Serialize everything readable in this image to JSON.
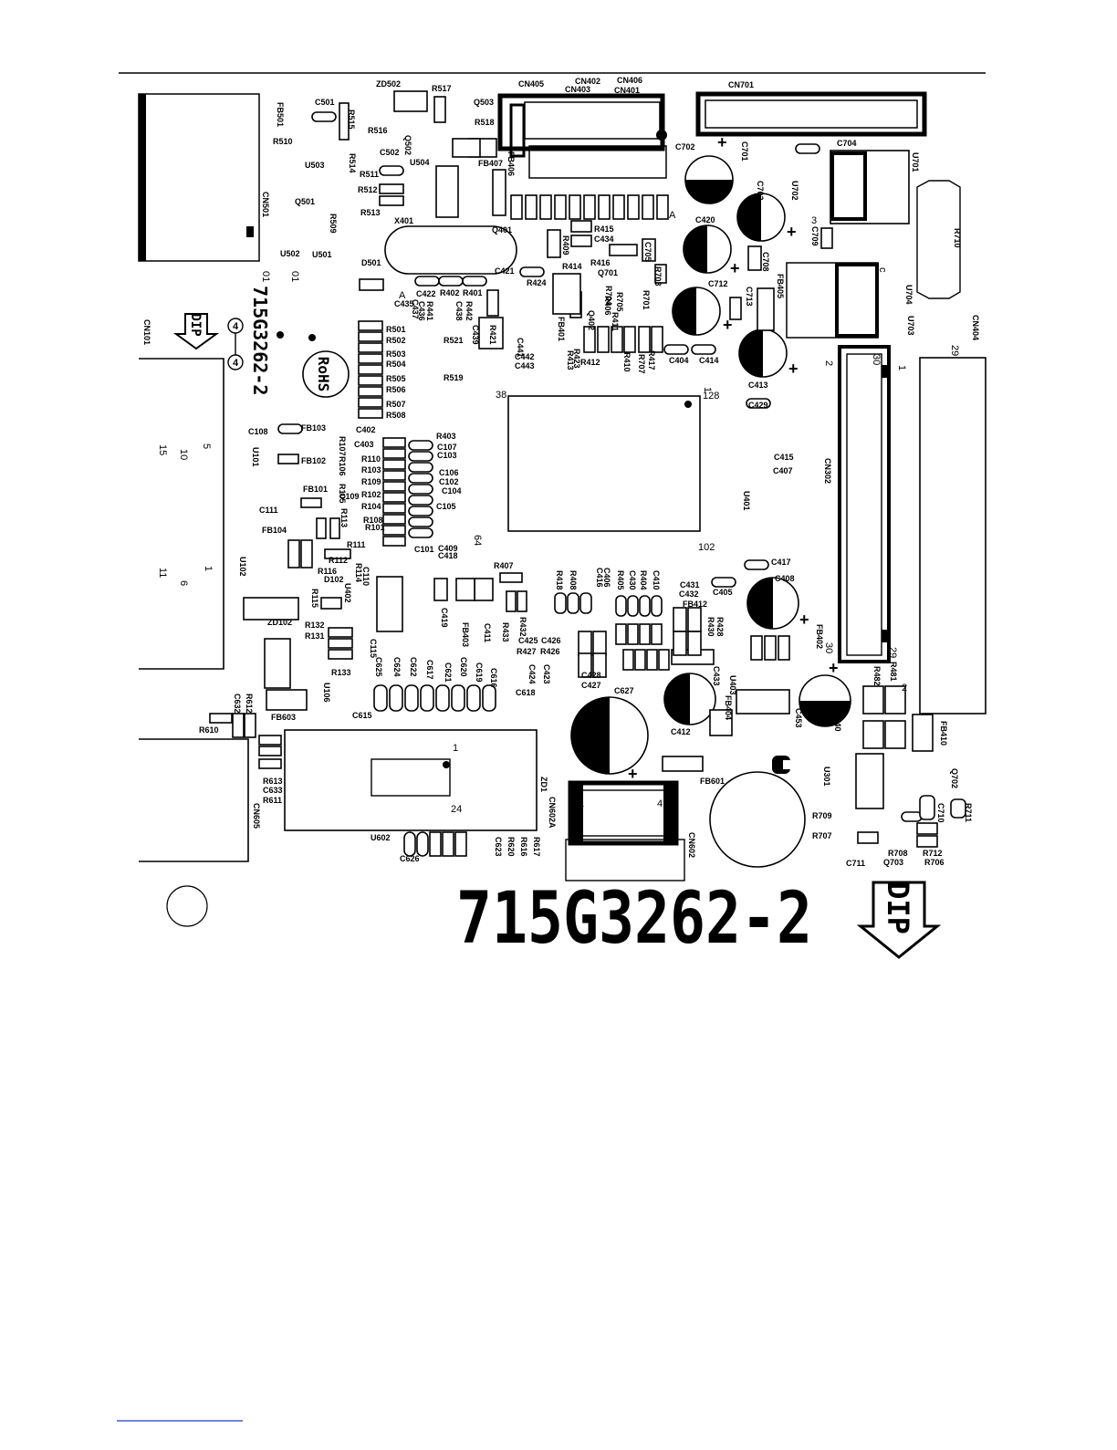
{
  "board": {
    "part_number_large": "715G3262-2",
    "part_number_small": "715G3262-2",
    "rohs_mark": "RoHS",
    "dip_mark": "DIP",
    "dip_mark_small": "DIP",
    "revision_marks": [
      "4",
      "4"
    ]
  },
  "labels": [
    {
      "id": "ZD502",
      "t": "ZD502"
    },
    {
      "id": "R517",
      "t": "R517"
    },
    {
      "id": "Q503",
      "t": "Q503"
    },
    {
      "id": "R518",
      "t": "R518"
    },
    {
      "id": "CN405",
      "t": "CN405"
    },
    {
      "id": "CN402",
      "t": "CN402"
    },
    {
      "id": "CN406",
      "t": "CN406"
    },
    {
      "id": "CN403",
      "t": "CN403"
    },
    {
      "id": "CN401",
      "t": "CN401"
    },
    {
      "id": "CN701",
      "t": "CN701"
    },
    {
      "id": "C501",
      "t": "C501"
    },
    {
      "id": "R515",
      "t": "R515"
    },
    {
      "id": "FB501",
      "t": "FB501"
    },
    {
      "id": "R516",
      "t": "R516"
    },
    {
      "id": "R510",
      "t": "R510"
    },
    {
      "id": "C502",
      "t": "C502"
    },
    {
      "id": "Q502",
      "t": "Q502"
    },
    {
      "id": "U503",
      "t": "U503"
    },
    {
      "id": "R514",
      "t": "R514"
    },
    {
      "id": "U504",
      "t": "U504"
    },
    {
      "id": "FB407",
      "t": "FB407"
    },
    {
      "id": "FB406",
      "t": "FB406"
    },
    {
      "id": "C702",
      "t": "C702"
    },
    {
      "id": "C701",
      "t": "C701"
    },
    {
      "id": "C704",
      "t": "C704"
    },
    {
      "id": "U701",
      "t": "U701"
    },
    {
      "id": "R511",
      "t": "R511"
    },
    {
      "id": "R512",
      "t": "R512"
    },
    {
      "id": "Q501",
      "t": "Q501"
    },
    {
      "id": "R513",
      "t": "R513"
    },
    {
      "id": "R509",
      "t": "R509"
    },
    {
      "id": "CN501",
      "t": "CN501"
    },
    {
      "id": "X401",
      "t": "X401"
    },
    {
      "id": "C703",
      "t": "C703"
    },
    {
      "id": "U702",
      "t": "U702"
    },
    {
      "id": "Q401",
      "t": "Q401"
    },
    {
      "id": "C420",
      "t": "C420"
    },
    {
      "id": "R415",
      "t": "R415"
    },
    {
      "id": "C434",
      "t": "C434"
    },
    {
      "id": "R409",
      "t": "R409"
    },
    {
      "id": "R416",
      "t": "R416"
    },
    {
      "id": "C709",
      "t": "C709"
    },
    {
      "id": "R710",
      "t": "R710"
    },
    {
      "id": "U502",
      "t": "U502"
    },
    {
      "id": "U501",
      "t": "U501"
    },
    {
      "id": "D501",
      "t": "D501"
    },
    {
      "id": "C421",
      "t": "C421"
    },
    {
      "id": "R414",
      "t": "R414"
    },
    {
      "id": "Q701",
      "t": "Q701"
    },
    {
      "id": "C705",
      "t": "C705"
    },
    {
      "id": "R703",
      "t": "R703"
    },
    {
      "id": "C708",
      "t": "C708"
    },
    {
      "id": "FB405",
      "t": "FB405"
    },
    {
      "id": "U704",
      "t": "U704"
    },
    {
      "id": "U703",
      "t": "U703"
    },
    {
      "id": "C422",
      "t": "C422"
    },
    {
      "id": "R402",
      "t": "R402"
    },
    {
      "id": "R401",
      "t": "R401"
    },
    {
      "id": "R424",
      "t": "R424"
    },
    {
      "id": "R704",
      "t": "R704"
    },
    {
      "id": "R701",
      "t": "R701"
    },
    {
      "id": "R705",
      "t": "R705"
    },
    {
      "id": "R406",
      "t": "R406"
    },
    {
      "id": "C712",
      "t": "C712"
    },
    {
      "id": "C713",
      "t": "C713"
    },
    {
      "id": "CN101",
      "t": "CN101"
    },
    {
      "id": "C435",
      "t": "C435"
    },
    {
      "id": "C437",
      "t": "C437"
    },
    {
      "id": "C436",
      "t": "C436"
    },
    {
      "id": "R441",
      "t": "R441"
    },
    {
      "id": "R442",
      "t": "R442"
    },
    {
      "id": "C438",
      "t": "C438"
    },
    {
      "id": "Q402",
      "t": "Q402"
    },
    {
      "id": "R411",
      "t": "R411"
    },
    {
      "id": "FB401",
      "t": "FB401"
    },
    {
      "id": "CN404",
      "t": "CN404"
    },
    {
      "id": "R501",
      "t": "R501"
    },
    {
      "id": "R502",
      "t": "R502"
    },
    {
      "id": "R521",
      "t": "R521"
    },
    {
      "id": "R421",
      "t": "R421"
    },
    {
      "id": "C439",
      "t": "C439"
    },
    {
      "id": "C441",
      "t": "C441"
    },
    {
      "id": "C442",
      "t": "C442"
    },
    {
      "id": "C443",
      "t": "C443"
    },
    {
      "id": "R423",
      "t": "R423"
    },
    {
      "id": "R413",
      "t": "R413"
    },
    {
      "id": "R412",
      "t": "R412"
    },
    {
      "id": "R410",
      "t": "R410"
    },
    {
      "id": "R417",
      "t": "R417"
    },
    {
      "id": "R707",
      "t": "R707"
    },
    {
      "id": "C404",
      "t": "C404"
    },
    {
      "id": "C414",
      "t": "C414"
    },
    {
      "id": "R503",
      "t": "R503"
    },
    {
      "id": "R504",
      "t": "R504"
    },
    {
      "id": "R519",
      "t": "R519"
    },
    {
      "id": "R505",
      "t": "R505"
    },
    {
      "id": "R506",
      "t": "R506"
    },
    {
      "id": "C413",
      "t": "C413"
    },
    {
      "id": "R507",
      "t": "R507"
    },
    {
      "id": "R508",
      "t": "R508"
    },
    {
      "id": "C429",
      "t": "C429"
    },
    {
      "id": "C108",
      "t": "C108"
    },
    {
      "id": "FB103",
      "t": "FB103"
    },
    {
      "id": "R107",
      "t": "R107"
    },
    {
      "id": "C402",
      "t": "C402"
    },
    {
      "id": "R403",
      "t": "R403"
    },
    {
      "id": "C403",
      "t": "C403"
    },
    {
      "id": "C107",
      "t": "C107"
    },
    {
      "id": "C103",
      "t": "C103"
    },
    {
      "id": "U101",
      "t": "U101"
    },
    {
      "id": "FB102",
      "t": "FB102"
    },
    {
      "id": "R110",
      "t": "R110"
    },
    {
      "id": "R103",
      "t": "R103"
    },
    {
      "id": "C106",
      "t": "C106"
    },
    {
      "id": "C102",
      "t": "C102"
    },
    {
      "id": "R106",
      "t": "R106"
    },
    {
      "id": "R109",
      "t": "R109"
    },
    {
      "id": "C104",
      "t": "C104"
    },
    {
      "id": "FB101",
      "t": "FB101"
    },
    {
      "id": "R105",
      "t": "R105"
    },
    {
      "id": "R102",
      "t": "R102"
    },
    {
      "id": "C109",
      "t": "C109"
    },
    {
      "id": "R104",
      "t": "R104"
    },
    {
      "id": "C105",
      "t": "C105"
    },
    {
      "id": "C415",
      "t": "C415"
    },
    {
      "id": "C407",
      "t": "C407"
    },
    {
      "id": "CN302",
      "t": "CN302"
    },
    {
      "id": "U401",
      "t": "U401"
    },
    {
      "id": "C111",
      "t": "C111"
    },
    {
      "id": "R113",
      "t": "R113"
    },
    {
      "id": "R108",
      "t": "R108"
    },
    {
      "id": "FB104",
      "t": "FB104"
    },
    {
      "id": "R101",
      "t": "R101"
    },
    {
      "id": "R111",
      "t": "R111"
    },
    {
      "id": "C101",
      "t": "C101"
    },
    {
      "id": "C409",
      "t": "C409"
    },
    {
      "id": "C418",
      "t": "C418"
    },
    {
      "id": "U102",
      "t": "U102"
    },
    {
      "id": "R112",
      "t": "R112"
    },
    {
      "id": "R114",
      "t": "R114"
    },
    {
      "id": "C110",
      "t": "C110"
    },
    {
      "id": "R116",
      "t": "R116"
    },
    {
      "id": "D102",
      "t": "D102"
    },
    {
      "id": "U402",
      "t": "U402"
    },
    {
      "id": "R115",
      "t": "R115"
    },
    {
      "id": "R407",
      "t": "R407"
    },
    {
      "id": "R418",
      "t": "R418"
    },
    {
      "id": "R408",
      "t": "R408"
    },
    {
      "id": "C416",
      "t": "C416"
    },
    {
      "id": "C406",
      "t": "C406"
    },
    {
      "id": "R405",
      "t": "R405"
    },
    {
      "id": "C430",
      "t": "C430"
    },
    {
      "id": "R404",
      "t": "R404"
    },
    {
      "id": "C410",
      "t": "C410"
    },
    {
      "id": "C431",
      "t": "C431"
    },
    {
      "id": "C432",
      "t": "C432"
    },
    {
      "id": "FB412",
      "t": "FB412"
    },
    {
      "id": "C405",
      "t": "C405"
    },
    {
      "id": "C417",
      "t": "C417"
    },
    {
      "id": "C408",
      "t": "C408"
    },
    {
      "id": "ZD102",
      "t": "ZD102"
    },
    {
      "id": "R132",
      "t": "R132"
    },
    {
      "id": "R131",
      "t": "R131"
    },
    {
      "id": "C419",
      "t": "C419"
    },
    {
      "id": "FB403",
      "t": "FB403"
    },
    {
      "id": "C411",
      "t": "C411"
    },
    {
      "id": "R433",
      "t": "R433"
    },
    {
      "id": "R432",
      "t": "R432"
    },
    {
      "id": "C425",
      "t": "C425"
    },
    {
      "id": "C426",
      "t": "C426"
    },
    {
      "id": "R427",
      "t": "R427"
    },
    {
      "id": "R426",
      "t": "R426"
    },
    {
      "id": "R430",
      "t": "R430"
    },
    {
      "id": "R428",
      "t": "R428"
    },
    {
      "id": "FB402",
      "t": "FB402"
    },
    {
      "id": "C115",
      "t": "C115"
    },
    {
      "id": "R133",
      "t": "R133"
    },
    {
      "id": "U106",
      "t": "U106"
    },
    {
      "id": "C625",
      "t": "C625"
    },
    {
      "id": "C624",
      "t": "C624"
    },
    {
      "id": "C622",
      "t": "C622"
    },
    {
      "id": "C617",
      "t": "C617"
    },
    {
      "id": "C621",
      "t": "C621"
    },
    {
      "id": "C620",
      "t": "C620"
    },
    {
      "id": "C619",
      "t": "C619"
    },
    {
      "id": "C616",
      "t": "C616"
    },
    {
      "id": "C424",
      "t": "C424"
    },
    {
      "id": "C423",
      "t": "C423"
    },
    {
      "id": "C428",
      "t": "C428"
    },
    {
      "id": "C427",
      "t": "C427"
    },
    {
      "id": "C433",
      "t": "C433"
    },
    {
      "id": "R482",
      "t": "R482"
    },
    {
      "id": "R481",
      "t": "R481"
    },
    {
      "id": "C618",
      "t": "C618"
    },
    {
      "id": "C627",
      "t": "C627"
    },
    {
      "id": "U403",
      "t": "U403"
    },
    {
      "id": "FB404",
      "t": "FB404"
    },
    {
      "id": "C632",
      "t": "C632"
    },
    {
      "id": "R612",
      "t": "R612"
    },
    {
      "id": "FB603",
      "t": "FB603"
    },
    {
      "id": "C615",
      "t": "C615"
    },
    {
      "id": "C412",
      "t": "C412"
    },
    {
      "id": "C453",
      "t": "C453"
    },
    {
      "id": "C440",
      "t": "C440"
    },
    {
      "id": "FB410",
      "t": "FB410"
    },
    {
      "id": "R610",
      "t": "R610"
    },
    {
      "id": "U301",
      "t": "U301"
    },
    {
      "id": "FB601",
      "t": "FB601"
    },
    {
      "id": "Q702",
      "t": "Q702"
    },
    {
      "id": "R613",
      "t": "R613"
    },
    {
      "id": "C633",
      "t": "C633"
    },
    {
      "id": "R611",
      "t": "R611"
    },
    {
      "id": "ZD1",
      "t": "ZD1"
    },
    {
      "id": "CN602A",
      "t": "CN602A"
    },
    {
      "id": "R709",
      "t": "R709"
    },
    {
      "id": "C710",
      "t": "C710"
    },
    {
      "id": "R711",
      "t": "R711"
    },
    {
      "id": "CN605",
      "t": "CN605"
    },
    {
      "id": "R707b",
      "t": "R707"
    },
    {
      "id": "U602",
      "t": "U602"
    },
    {
      "id": "R616",
      "t": "R616"
    },
    {
      "id": "R617",
      "t": "R617"
    },
    {
      "id": "R620",
      "t": "R620"
    },
    {
      "id": "C623",
      "t": "C623"
    },
    {
      "id": "CN602",
      "t": "CN602"
    },
    {
      "id": "C711",
      "t": "C711"
    },
    {
      "id": "R708",
      "t": "R708"
    },
    {
      "id": "R712",
      "t": "R712"
    },
    {
      "id": "Q703",
      "t": "Q703"
    },
    {
      "id": "R706",
      "t": "R706"
    },
    {
      "id": "C626",
      "t": "C626"
    }
  ],
  "pins": [
    {
      "id": "p38",
      "t": "38"
    },
    {
      "id": "p128",
      "t": "128"
    },
    {
      "id": "p64",
      "t": "64"
    },
    {
      "id": "p102",
      "t": "102"
    },
    {
      "id": "p1a",
      "t": "1"
    },
    {
      "id": "p2a",
      "t": "2"
    },
    {
      "id": "p29",
      "t": "29"
    },
    {
      "id": "p30",
      "t": "30"
    },
    {
      "id": "p15",
      "t": "15"
    },
    {
      "id": "p10",
      "t": "10"
    },
    {
      "id": "p5",
      "t": "5"
    },
    {
      "id": "p11",
      "t": "11"
    },
    {
      "id": "p6",
      "t": "6"
    },
    {
      "id": "p1b",
      "t": "1"
    },
    {
      "id": "p1c",
      "t": "1"
    },
    {
      "id": "p24",
      "t": "24"
    },
    {
      "id": "p1d",
      "t": "1"
    },
    {
      "id": "p4",
      "t": "4"
    },
    {
      "id": "p30b",
      "t": "30"
    },
    {
      "id": "p29b",
      "t": "29"
    },
    {
      "id": "p3",
      "t": "3"
    },
    {
      "id": "pA1",
      "t": "A"
    },
    {
      "id": "pA2",
      "t": "A"
    },
    {
      "id": "p2b",
      "t": "2"
    },
    {
      "id": "p1e",
      "t": "1"
    },
    {
      "id": "pc",
      "t": "c"
    },
    {
      "id": "pq1",
      "t": "01"
    },
    {
      "id": "pq2",
      "t": "01"
    }
  ]
}
